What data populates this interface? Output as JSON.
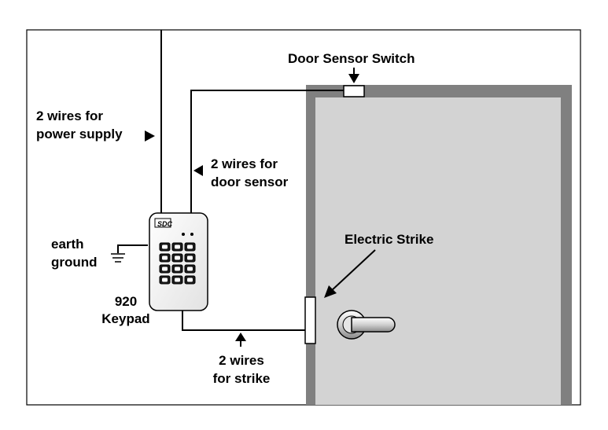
{
  "labels": {
    "door_sensor_switch": "Door Sensor Switch",
    "power_line1": "2 wires for",
    "power_line2": "power supply",
    "sensor_line1": "2 wires for",
    "sensor_line2": "door sensor",
    "earth_line1": "earth",
    "earth_line2": "ground",
    "electric_strike": "Electric Strike",
    "keypad_line1": "920",
    "keypad_line2": "Keypad",
    "strike_line1": "2 wires",
    "strike_line2": "for strike",
    "keypad_brand": "SDC"
  },
  "colors": {
    "frame": "#808080",
    "door": "#d3d3d3",
    "wire": "#000000",
    "keypad_body": "#f7f7f7"
  }
}
